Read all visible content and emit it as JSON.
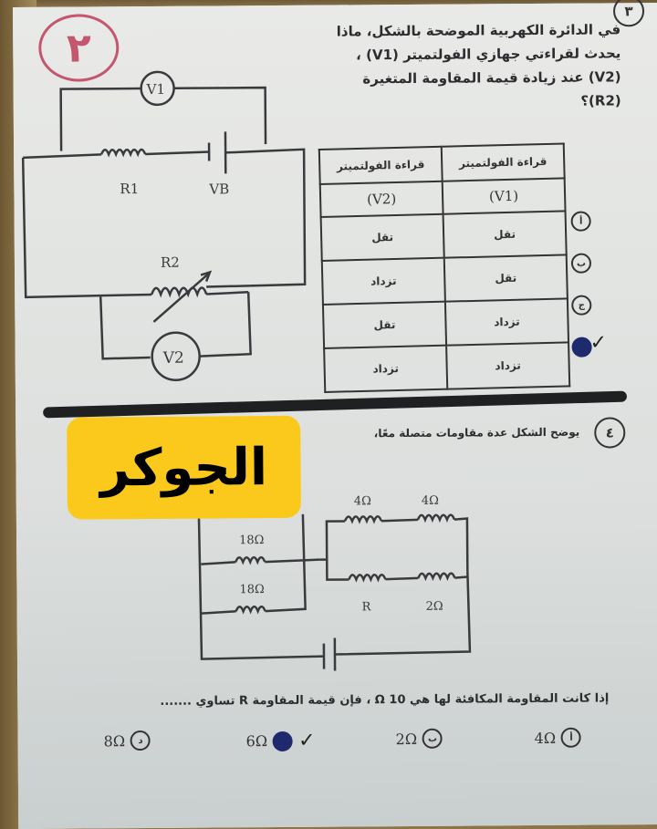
{
  "page": {
    "marker_red": "٢",
    "question_3": {
      "number": "٣",
      "text": "في الدائرة الكهربية الموضحة بالشكل، ماذا يحدث لقراءتي جهازي الفولتميتر (V1) ، (V2) عند زيادة قيمة المقاومة المتغيرة (R2)؟",
      "circuit_labels": {
        "v1": "V1",
        "v2": "V2",
        "r1": "R1",
        "vb": "VB",
        "r2": "R2"
      },
      "table": {
        "headers": [
          {
            "title": "قراءة الفولتميتر",
            "symbol": "(V1)"
          },
          {
            "title": "قراءة الفولتميتر",
            "symbol": "(V2)"
          }
        ],
        "rows": [
          {
            "option": "أ",
            "v1": "تقل",
            "v2": "تقل",
            "selected": false
          },
          {
            "option": "ب",
            "v1": "تقل",
            "v2": "تزداد",
            "selected": false
          },
          {
            "option": "ج",
            "v1": "تزداد",
            "v2": "تقل",
            "selected": false
          },
          {
            "option": "د",
            "v1": "تزداد",
            "v2": "تزداد",
            "selected": true
          }
        ]
      },
      "check_mark": "✓"
    },
    "watermark": {
      "text": "الجوكر",
      "color": "#fbc91b"
    },
    "question_4": {
      "number": "٤",
      "text": "يوضح الشكل عدة مقاومات متصلة معًا،",
      "circuit_labels": {
        "r_top1": "4Ω",
        "r_top2": "4Ω",
        "r_left1": "18Ω",
        "r_left2": "18Ω",
        "r_var": "R",
        "r_bottom2": "2Ω"
      },
      "footer": "إذا كانت المقاومة المكافئة لها هي 10 Ω ، فإن قيمة المقاومة R تساوي .......",
      "choices": [
        {
          "option": "أ",
          "value": "4Ω",
          "selected": false
        },
        {
          "option": "ب",
          "value": "2Ω",
          "selected": false
        },
        {
          "option": "ج",
          "value": "6Ω",
          "selected": true
        },
        {
          "option": "د",
          "value": "8Ω",
          "selected": false
        }
      ],
      "check_mark": "✓"
    }
  }
}
